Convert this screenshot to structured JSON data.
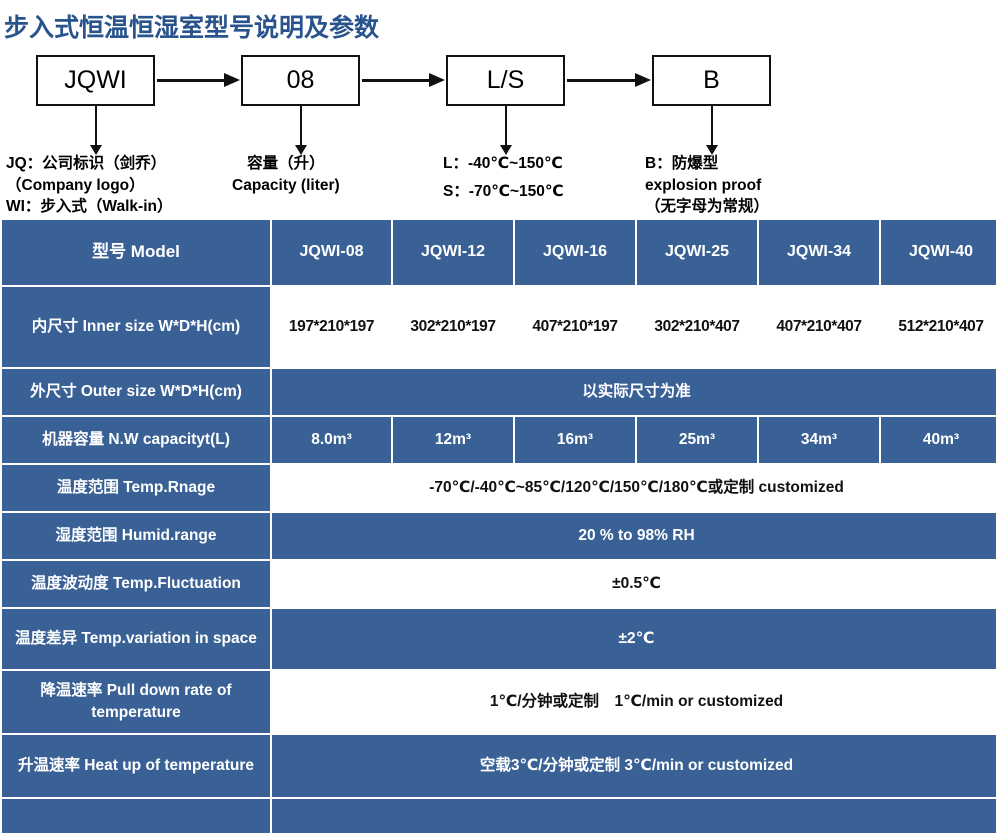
{
  "title": "步入式恒温恒湿室型号说明及参数",
  "accent_blue": "#3a6196",
  "title_color": "#28538c",
  "diagram": {
    "nodes": [
      {
        "label": "JQWI"
      },
      {
        "label": "08"
      },
      {
        "label": "L/S"
      },
      {
        "label": "B"
      }
    ],
    "legends": [
      {
        "lines": [
          "JQ：公司标识（剑乔）",
          "（Company logo）",
          "WI：步入式（Walk-in）"
        ]
      },
      {
        "lines": [
          "容量（升）",
          "Capacity (liter)"
        ]
      },
      {
        "lines": [
          "L：-40℃~150℃",
          "S：-70℃~150℃"
        ]
      },
      {
        "lines": [
          "B：防爆型",
          "explosion proof",
          "（无字母为常规）"
        ]
      }
    ]
  },
  "table": {
    "header": {
      "label": "型号 Model",
      "models": [
        "JQWI-08",
        "JQWI-12",
        "JQWI-16",
        "JQWI-25",
        "JQWI-34",
        "JQWI-40"
      ]
    },
    "rows": [
      {
        "label": "内尺寸 Inner size W*D*H(cm)",
        "style": "white",
        "cells": [
          "197*210*197",
          "302*210*197",
          "407*210*197",
          "302*210*407",
          "407*210*407",
          "512*210*407"
        ]
      },
      {
        "label": "外尺寸 Outer size W*D*H(cm)",
        "style": "blue",
        "merged": "以实际尺寸为准"
      },
      {
        "label": "机器容量 N.W capacityt(L)",
        "style": "blue",
        "cells_html": [
          "8.0m³",
          "12m³",
          "16m³",
          "25m³",
          "34m³",
          "40m³"
        ]
      },
      {
        "label": "温度范围 Temp.Rnage",
        "style": "white",
        "merged": "-70℃/-40℃~85℃/120℃/150℃/180℃或定制 customized"
      },
      {
        "label": "湿度范围 Humid.range",
        "style": "blue",
        "merged": "20 % to 98% RH"
      },
      {
        "label": "温度波动度 Temp.Fluctuation",
        "style": "white",
        "merged": "±0.5℃"
      },
      {
        "label": "温度差异 Temp.variation in space",
        "style": "blue",
        "merged": "±2℃"
      },
      {
        "label": "降温速率 Pull down rate of temperature",
        "style": "white",
        "merged": "1℃/分钟或定制　1℃/min or customized"
      },
      {
        "label": "升温速率 Heat up of temperature",
        "style": "blue",
        "merged": "空载3℃/分钟或定制 3℃/min or customized"
      },
      {
        "label": "",
        "style": "blue",
        "merged": ""
      }
    ]
  }
}
